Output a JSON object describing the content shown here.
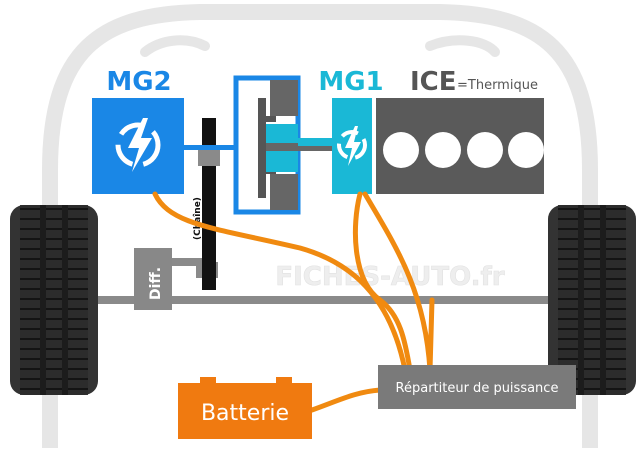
{
  "labels": {
    "mg2": "MG2",
    "mg1": "MG1",
    "ice": "ICE",
    "ice_sub": "=Thermique",
    "chain": "(Chaîne)",
    "diff": "Diff.",
    "watermark": "FICHES-AUTO.fr",
    "battery": "Batterie",
    "splitter": "Répartiteur de puissance"
  },
  "colors": {
    "mg2": "#1a87e6",
    "mg1": "#1ab8d6",
    "ice": "#555555",
    "cables": "#f08a10",
    "battery": "#f07a10",
    "splitter": "#7a7a7a",
    "car_outline": "#e2e2e2"
  },
  "icons": {
    "motor_symbol": "lightning-bolt-icon"
  }
}
